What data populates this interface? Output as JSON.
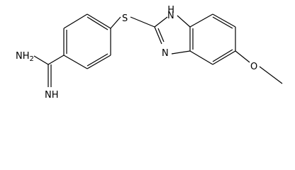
{
  "molecule": {
    "atoms": {
      "amine_n": {
        "element": "N",
        "label": "NH2",
        "main": "NH",
        "subscript": "2"
      },
      "imine_n": {
        "element": "N",
        "label": "NH"
      },
      "sulfur": {
        "element": "S",
        "label": "S"
      },
      "ring_nh": {
        "element": "N",
        "label": "NH",
        "main": "N",
        "superscript": "H"
      },
      "ring_n": {
        "element": "N",
        "label": "N"
      },
      "oxygen": {
        "element": "O",
        "label": "O"
      }
    },
    "colors": {
      "bond": "#000000",
      "text": "#000000",
      "background": "#ffffff"
    }
  }
}
